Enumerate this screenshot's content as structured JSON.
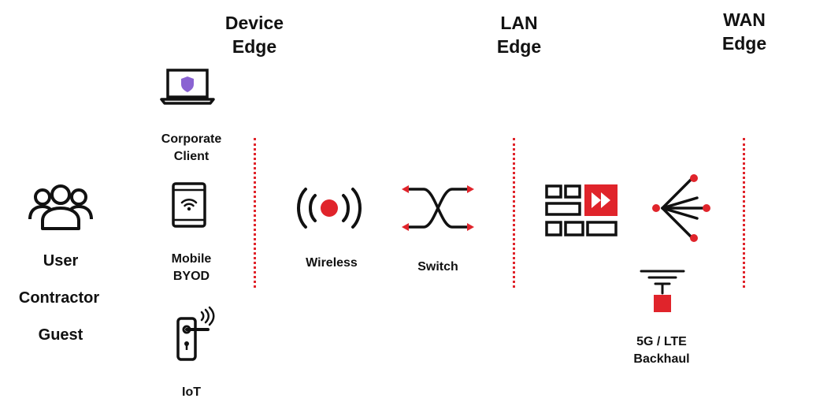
{
  "headers": {
    "device_edge": [
      "Device",
      "Edge"
    ],
    "lan_edge": [
      "LAN",
      "Edge"
    ],
    "wan_edge": [
      "WAN",
      "Edge"
    ]
  },
  "users": {
    "user": "User",
    "contractor": "Contractor",
    "guest": "Guest"
  },
  "devices": {
    "corporate_client": [
      "Corporate",
      "Client"
    ],
    "mobile_byod": [
      "Mobile",
      "BYOD"
    ],
    "iot": "IoT"
  },
  "lan": {
    "wireless": "Wireless",
    "switch": "Switch"
  },
  "wan": {
    "backhaul": [
      "5G / LTE",
      "Backhaul"
    ]
  },
  "icons": {
    "users": "user-group-icon",
    "laptop": "laptop-shield-icon",
    "tablet": "tablet-wifi-icon",
    "iot": "door-lock-icon",
    "wireless": "wireless-ap-icon",
    "switch": "switch-icon",
    "firewall": "firewall-icon",
    "router": "router-icon",
    "cellular": "cellular-antenna-icon"
  },
  "colors": {
    "accent": "#e0242b",
    "shield": "#8a63d2",
    "ink": "#111111"
  }
}
